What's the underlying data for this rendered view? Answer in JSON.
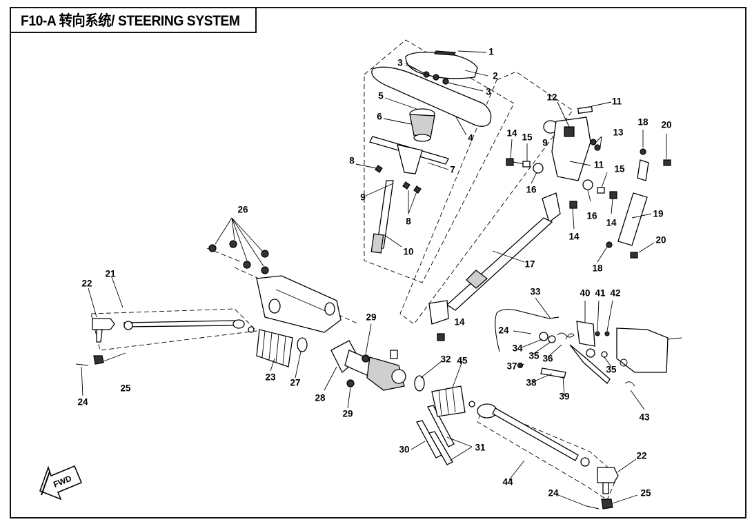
{
  "title": "F10-A 转向系统/ STEERING SYSTEM",
  "fwd_label": "FWD",
  "callouts": [
    {
      "id": "c1",
      "text": "1"
    },
    {
      "id": "c2",
      "text": "2"
    },
    {
      "id": "c3a",
      "text": "3"
    },
    {
      "id": "c3b",
      "text": "3"
    },
    {
      "id": "c4",
      "text": "4"
    },
    {
      "id": "c5",
      "text": "5"
    },
    {
      "id": "c6",
      "text": "6"
    },
    {
      "id": "c7",
      "text": "7"
    },
    {
      "id": "c8a",
      "text": "8"
    },
    {
      "id": "c8b",
      "text": "8"
    },
    {
      "id": "c9a",
      "text": "9"
    },
    {
      "id": "c9b",
      "text": "9"
    },
    {
      "id": "c10",
      "text": "10"
    },
    {
      "id": "c11a",
      "text": "11"
    },
    {
      "id": "c11b",
      "text": "11"
    },
    {
      "id": "c12",
      "text": "12"
    },
    {
      "id": "c13",
      "text": "13"
    },
    {
      "id": "c14a",
      "text": "14"
    },
    {
      "id": "c14b",
      "text": "14"
    },
    {
      "id": "c14c",
      "text": "14"
    },
    {
      "id": "c14d",
      "text": "14"
    },
    {
      "id": "c15a",
      "text": "15"
    },
    {
      "id": "c15b",
      "text": "15"
    },
    {
      "id": "c16a",
      "text": "16"
    },
    {
      "id": "c16b",
      "text": "16"
    },
    {
      "id": "c17",
      "text": "17"
    },
    {
      "id": "c18a",
      "text": "18"
    },
    {
      "id": "c18b",
      "text": "18"
    },
    {
      "id": "c19",
      "text": "19"
    },
    {
      "id": "c20a",
      "text": "20"
    },
    {
      "id": "c20b",
      "text": "20"
    },
    {
      "id": "c21",
      "text": "21"
    },
    {
      "id": "c22a",
      "text": "22"
    },
    {
      "id": "c22b",
      "text": "22"
    },
    {
      "id": "c23",
      "text": "23"
    },
    {
      "id": "c24a",
      "text": "24"
    },
    {
      "id": "c24b",
      "text": "24"
    },
    {
      "id": "c24c",
      "text": "24"
    },
    {
      "id": "c25a",
      "text": "25"
    },
    {
      "id": "c25b",
      "text": "25"
    },
    {
      "id": "c26",
      "text": "26"
    },
    {
      "id": "c27",
      "text": "27"
    },
    {
      "id": "c28",
      "text": "28"
    },
    {
      "id": "c29a",
      "text": "29"
    },
    {
      "id": "c29b",
      "text": "29"
    },
    {
      "id": "c30",
      "text": "30"
    },
    {
      "id": "c31",
      "text": "31"
    },
    {
      "id": "c32",
      "text": "32"
    },
    {
      "id": "c33",
      "text": "33"
    },
    {
      "id": "c34",
      "text": "34"
    },
    {
      "id": "c35a",
      "text": "35"
    },
    {
      "id": "c35b",
      "text": "35"
    },
    {
      "id": "c36",
      "text": "36"
    },
    {
      "id": "c37",
      "text": "37"
    },
    {
      "id": "c38",
      "text": "38"
    },
    {
      "id": "c39",
      "text": "39"
    },
    {
      "id": "c40",
      "text": "40"
    },
    {
      "id": "c41",
      "text": "41"
    },
    {
      "id": "c42",
      "text": "42"
    },
    {
      "id": "c43",
      "text": "43"
    },
    {
      "id": "c44",
      "text": "44"
    },
    {
      "id": "c45",
      "text": "45"
    }
  ]
}
